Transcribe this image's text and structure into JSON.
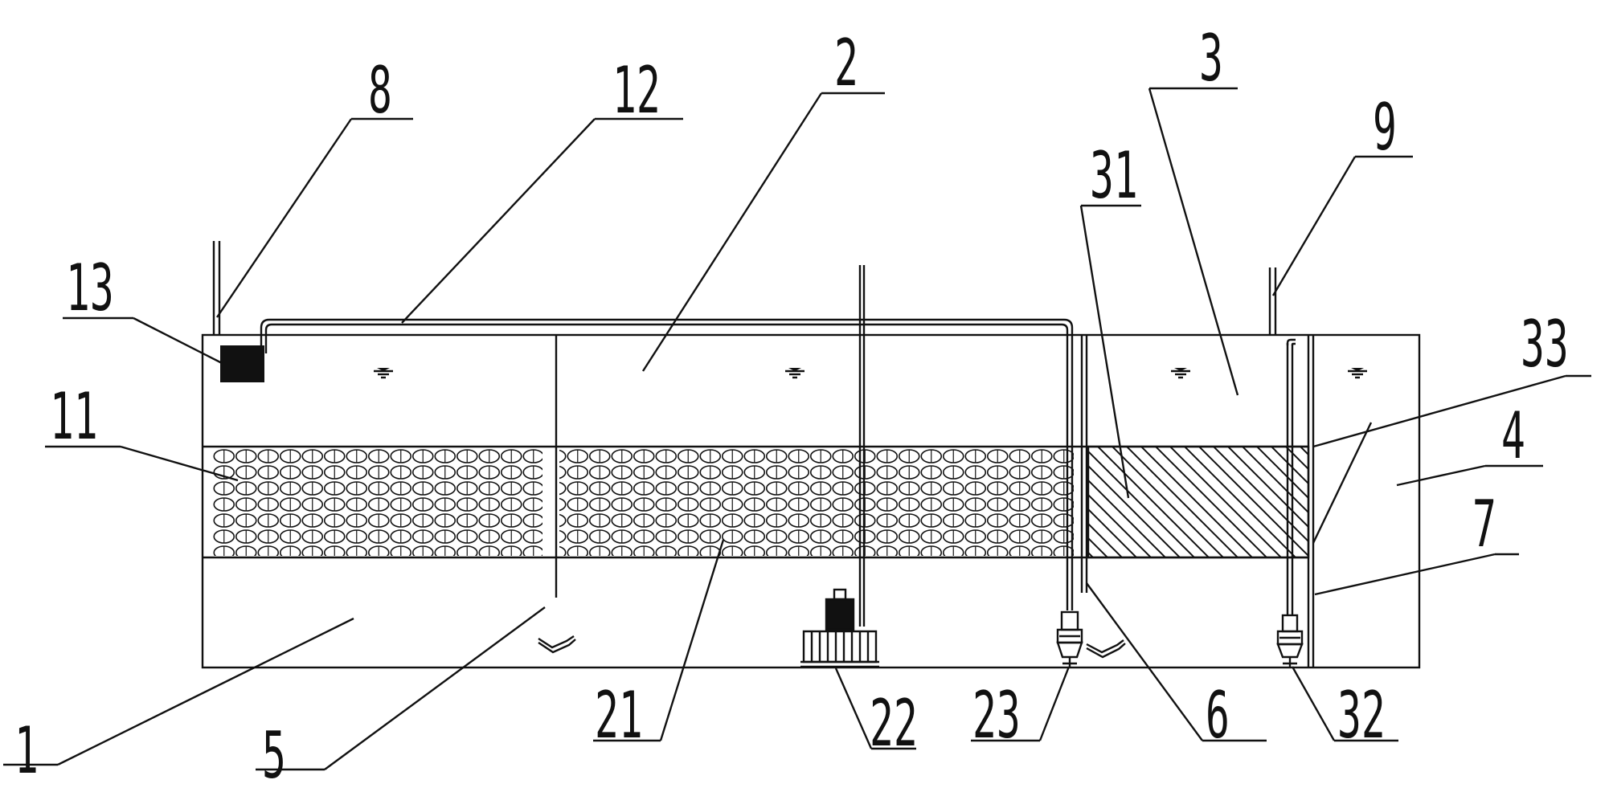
{
  "colors": {
    "line": "#111111",
    "background": "#ffffff"
  },
  "labels": {
    "l1": "1",
    "l2": "2",
    "l3": "3",
    "l4": "4",
    "l5": "5",
    "l6": "6",
    "l7": "7",
    "l8": "8",
    "l9": "9",
    "l11": "11",
    "l12": "12",
    "l13": "13",
    "l21": "21",
    "l22": "22",
    "l23": "23",
    "l31": "31",
    "l32": "32",
    "l33": "33"
  }
}
